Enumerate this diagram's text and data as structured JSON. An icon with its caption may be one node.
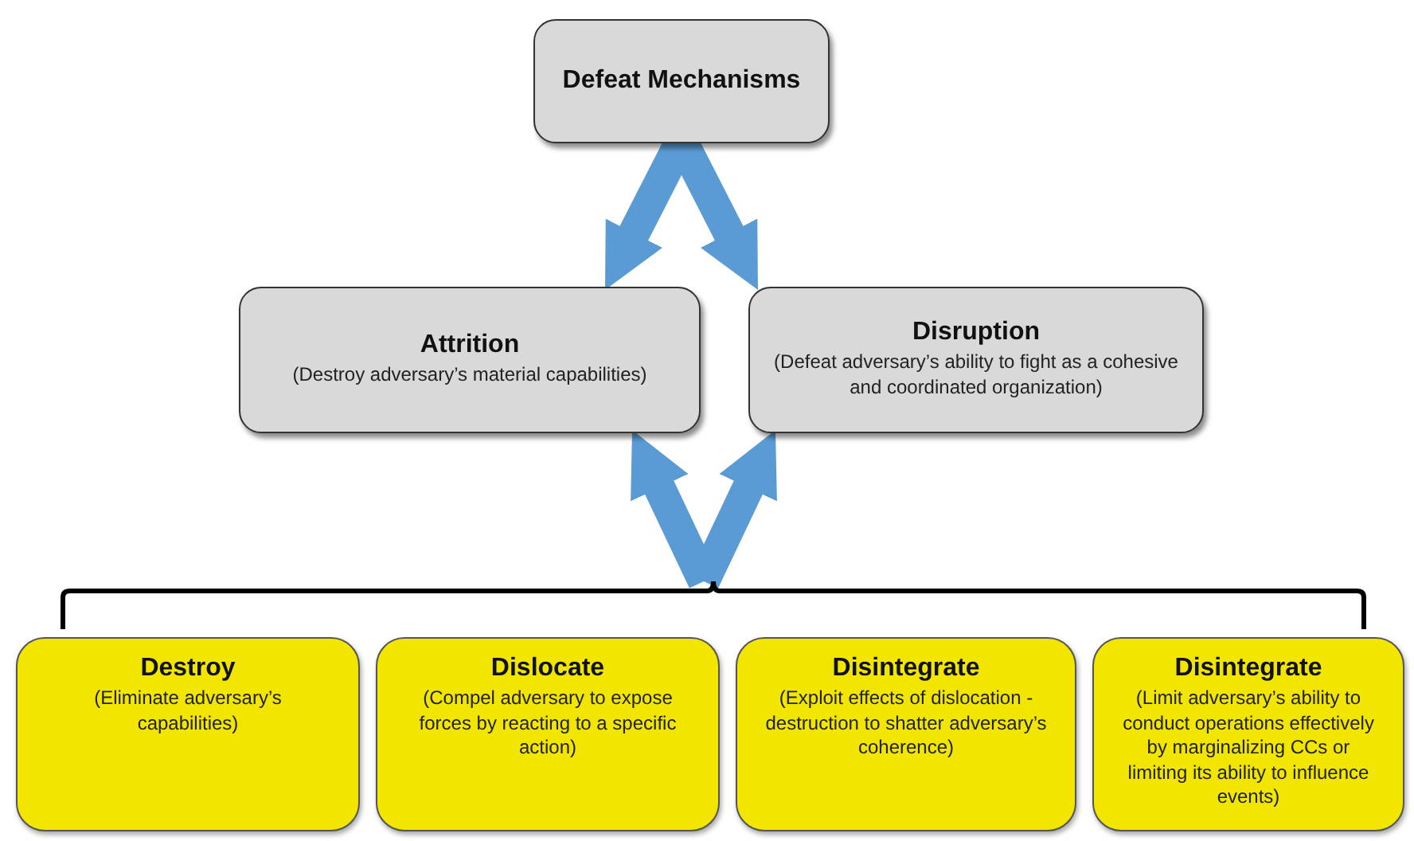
{
  "diagram": {
    "nodes": [
      {
        "text": [
          "Defeat Mechanisms"
        ]
      },
      {
        "text": [
          "Attrition",
          "(Destroy adversary’s material capabilities)"
        ]
      },
      {
        "text": [
          "Disruption",
          "(Defeat adversary’s ability to fight as a cohesive and coordinated organization)"
        ]
      },
      {
        "text": [],
        "shape": "bracket"
      },
      {
        "text": [
          "Destroy",
          "(Eliminate adversary’s capabilities)"
        ]
      },
      {
        "text": [
          "Dislocate",
          "(Compel adversary to expose forces by reacting to a specific action)"
        ]
      },
      {
        "text": [
          "Disintegrate",
          "(Exploit effects of dislocation -destruction to shatter adversary’s coherence)"
        ]
      },
      {
        "text": [
          "Disintegrate",
          "(Limit adversary’s ability to conduct operations effectively by marginalizing CCs or limiting its ability to influence events)"
        ]
      }
    ],
    "edges": [
      {
        "from": 0,
        "to": 1,
        "arrow": "to"
      },
      {
        "from": 0,
        "to": 2,
        "arrow": "to"
      },
      {
        "from": 3,
        "to": 1,
        "arrow": "to"
      },
      {
        "from": 3,
        "to": 2,
        "arrow": "to"
      }
    ]
  }
}
